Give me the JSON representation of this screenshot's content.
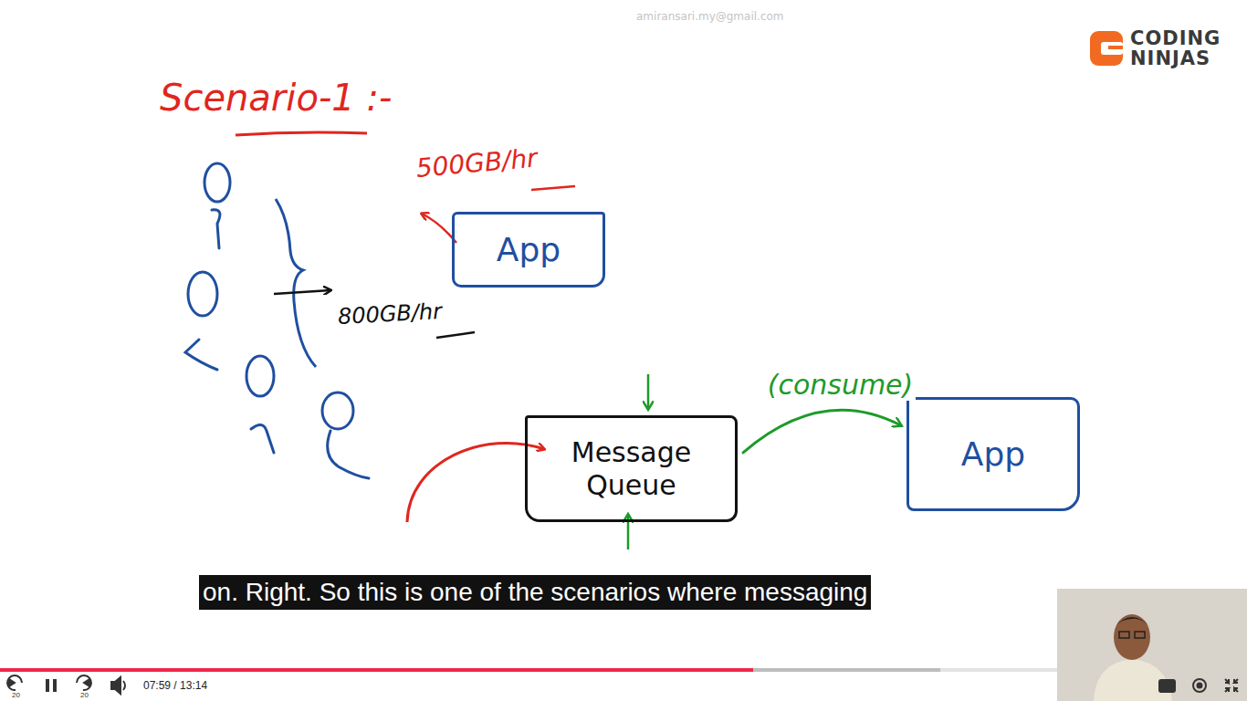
{
  "diagram": {
    "title": "Scenario-1 :-",
    "nodes": [
      {
        "text": [
          "App"
        ]
      },
      {
        "text": [
          "Message Queue"
        ]
      },
      {
        "text": [
          "App"
        ]
      }
    ],
    "edges": [
      {
        "from": 1,
        "to": 2,
        "arrow": "to",
        "label": "(consume)"
      }
    ],
    "labels": [
      "amiransari.my@gmail.com",
      "CODING",
      "NINJAS",
      "500GB/hr",
      "800GB/hr",
      "on. Right. So this is one of the scenarios where messaging",
      "07:59 / 13:14",
      "20",
      "20"
    ]
  }
}
